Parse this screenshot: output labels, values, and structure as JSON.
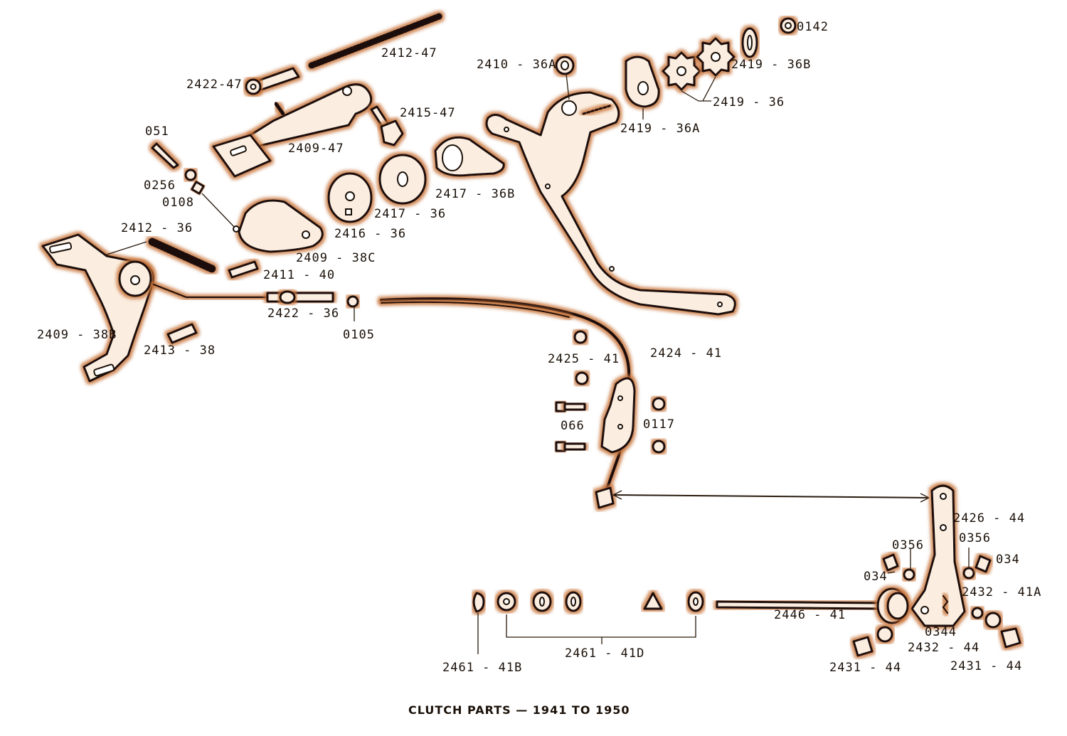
{
  "caption": "CLUTCH PARTS — 1941 TO 1950",
  "colors": {
    "ink": "#1a1008",
    "glow": "#c8743a",
    "part_fill": "#fbeee0"
  },
  "labels": {
    "l_2412_47": "2412-47",
    "l_2422_47": "2422-47",
    "l_2415_47": "2415-47",
    "l_2409_47": "2409-47",
    "l_051": "051",
    "l_0256": "0256",
    "l_0108": "0108",
    "l_2412_36": "2412 - 36",
    "l_2409_38B": "2409 - 38B",
    "l_2413_38": "2413 - 38",
    "l_2422_36": "2422 - 36",
    "l_0105": "0105",
    "l_2411_40": "2411 - 40",
    "l_2409_38C": "2409 - 38C",
    "l_2416_36": "2416 - 36",
    "l_2417_36": "2417 - 36",
    "l_2417_36B": "2417 - 36B",
    "l_2410_36A": "2410 - 36A",
    "l_2419_36A": "2419 - 36A",
    "l_2419_36": "2419 - 36",
    "l_2419_36B": "2419 - 36B",
    "l_0142": "0142",
    "l_2425_41": "2425 - 41",
    "l_2424_41": "2424 - 41",
    "l_066": "066",
    "l_0117": "0117",
    "l_2426_44": "2426 - 44",
    "l_0356_a": "0356",
    "l_0356_b": "0356",
    "l_034_a": "034",
    "l_034_b": "034",
    "l_2432_41A": "2432 - 41A",
    "l_0344": "0344",
    "l_2432_44": "2432 - 44",
    "l_2431_44_a": "2431 - 44",
    "l_2431_44_b": "2431 - 44",
    "l_2446_41": "2446 - 41",
    "l_2461_41D": "2461 - 41D",
    "l_2461_41B": "2461 - 41B"
  }
}
